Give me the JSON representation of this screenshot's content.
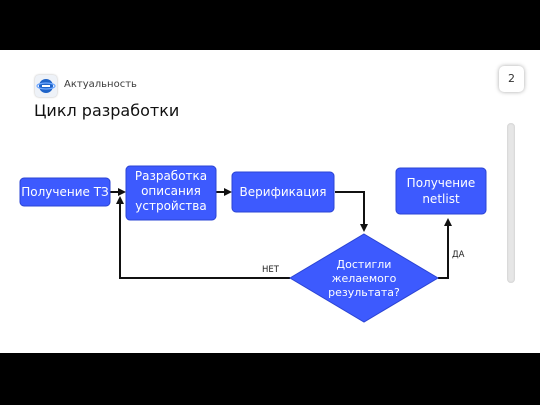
{
  "header": {
    "section": "Актуальность",
    "title": "Цикл разработки",
    "page_number": "2"
  },
  "diagram": {
    "nodes": {
      "spec": "Получение ТЗ",
      "design": [
        "Разработка",
        "описания",
        "устройства"
      ],
      "verify": "Верификация",
      "decision": [
        "Достигли",
        "желаемого",
        "результата?"
      ],
      "netlist": [
        "Получение",
        "netlist"
      ]
    },
    "edges": {
      "no": "НЕТ",
      "yes": "ДА"
    }
  },
  "colors": {
    "node_fill": "#3d5afe",
    "node_border": "#2b44d4",
    "arrow": "#111111"
  }
}
